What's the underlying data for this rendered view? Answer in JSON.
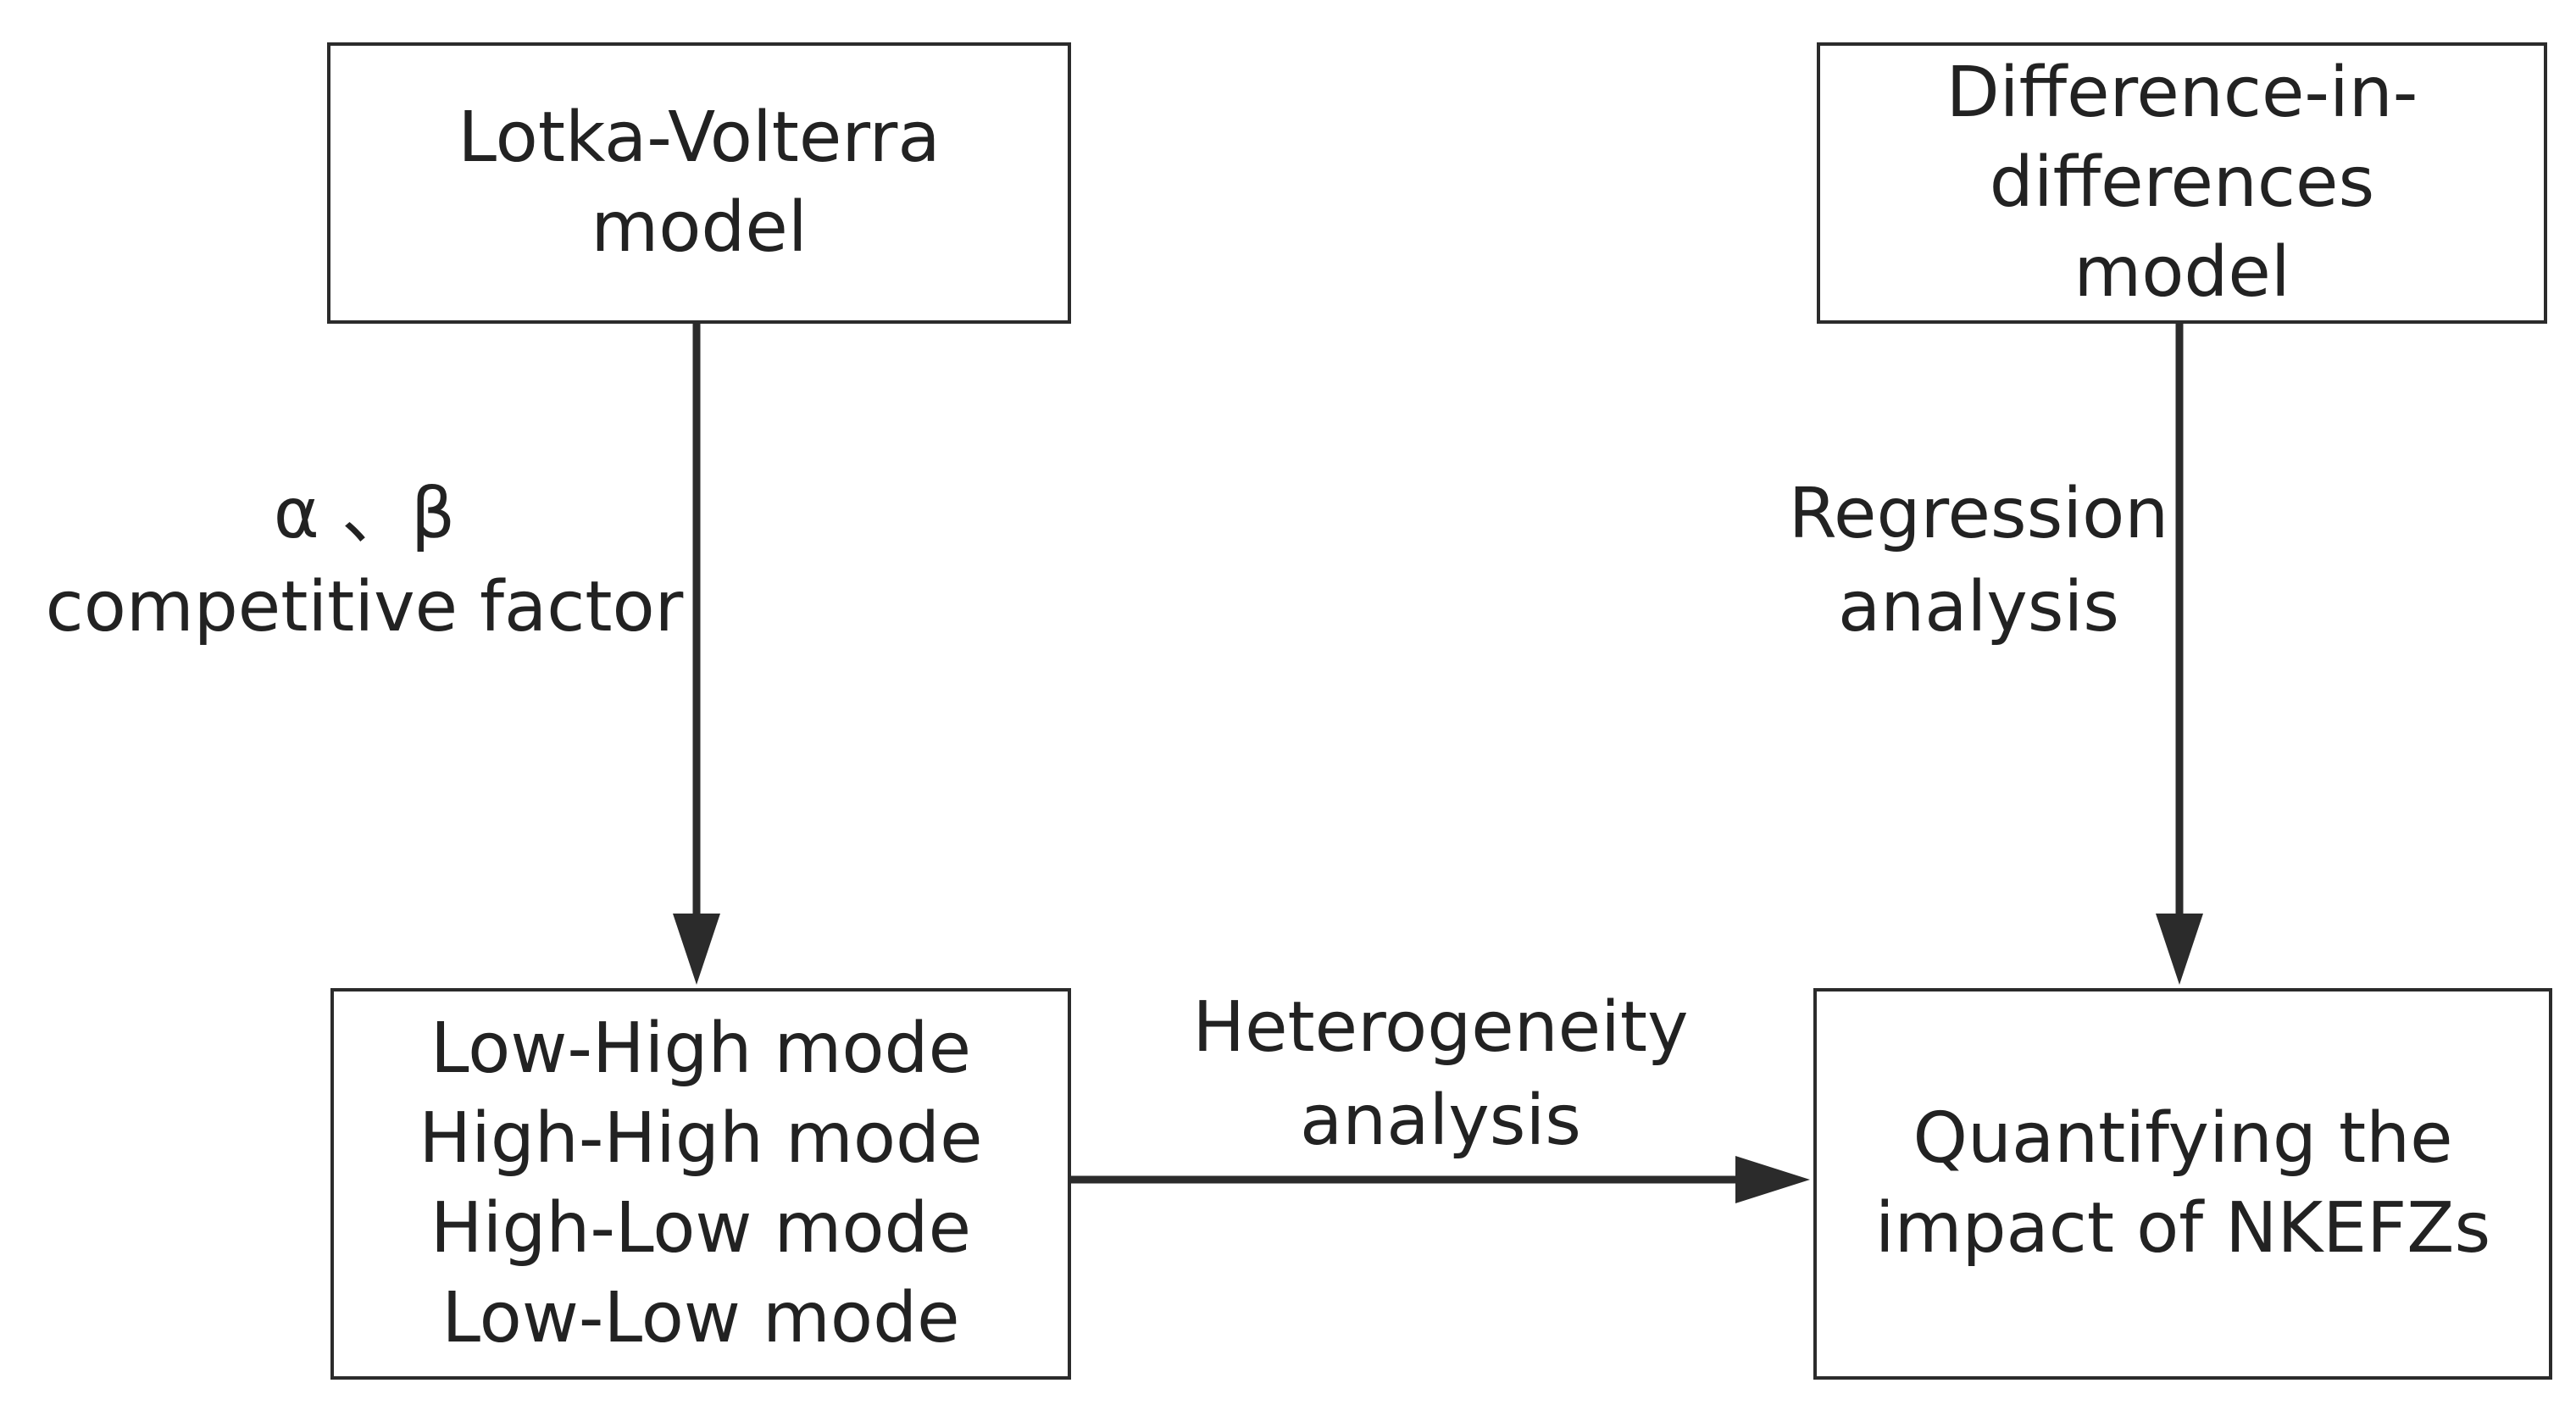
{
  "nodes": {
    "lotka": {
      "text": "Lotka-Volterra\nmodel"
    },
    "did": {
      "text": "Difference-in-\ndifferences\nmodel"
    },
    "modes": {
      "text": "Low-High mode\nHigh-High mode\nHigh-Low mode\nLow-Low mode"
    },
    "impact": {
      "text": "Quantifying the\nimpact of NKEFZs"
    }
  },
  "edges": {
    "lotka_to_modes": {
      "label": "α 、β\ncompetitive factor"
    },
    "did_to_impact": {
      "label": "Regression\nanalysis"
    },
    "modes_to_impact": {
      "label": "Heterogeneity\nanalysis"
    }
  },
  "colors": {
    "stroke": "#2b2b2b",
    "text": "#222222",
    "background": "#ffffff"
  }
}
